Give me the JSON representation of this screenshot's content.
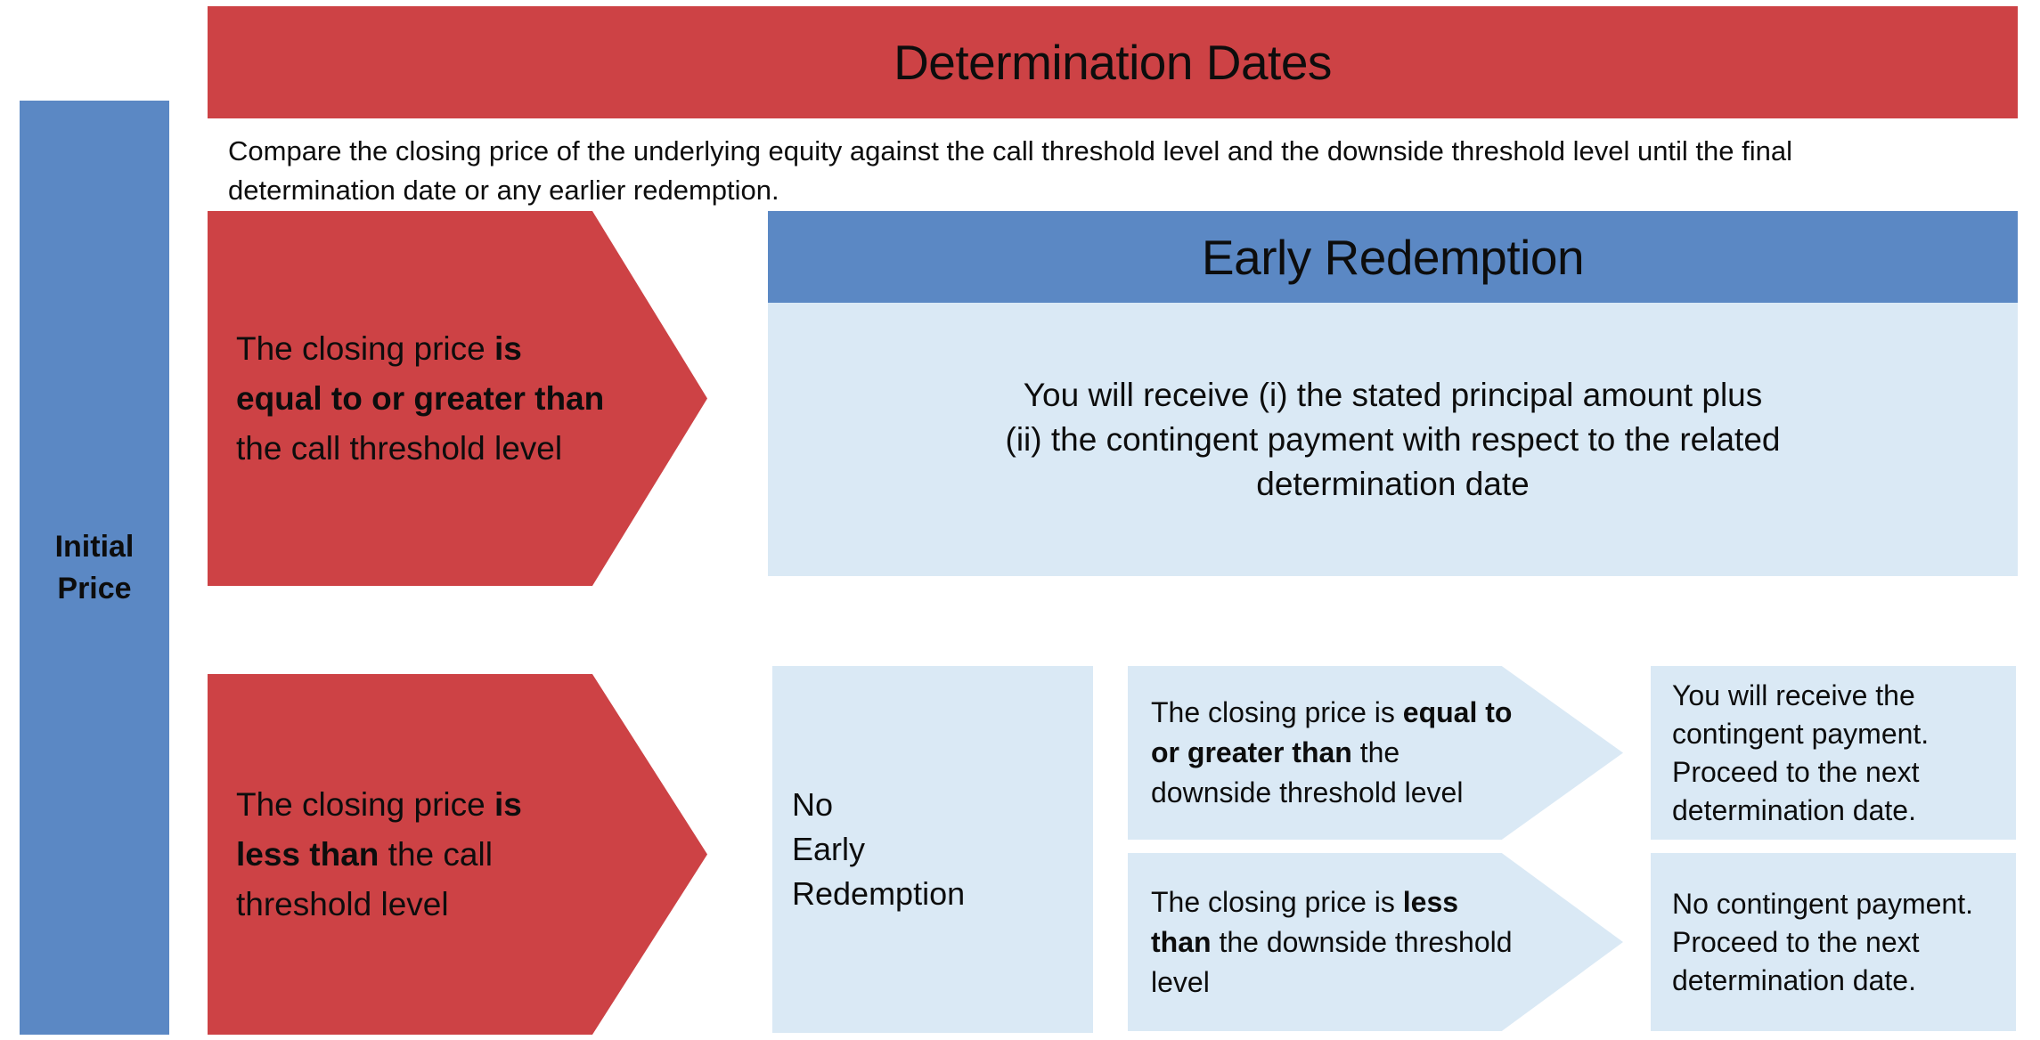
{
  "colors": {
    "red": "#cd4245",
    "blue": "#5b88c4",
    "lightblue": "#dae9f5",
    "ink": "#0d0d0d"
  },
  "banner": {
    "title": "Determination Dates"
  },
  "intro": {
    "lines": [
      "Compare the closing price of the underlying equity against the call threshold level and the downside threshold level until the final",
      "determination date or any earlier redemption."
    ]
  },
  "initial_price": {
    "lines": [
      "Initial",
      "Price"
    ]
  },
  "call_branch": {
    "above": {
      "lines": [
        [
          {
            "t": "The closing price ",
            "b": false
          },
          {
            "t": "is",
            "b": true
          }
        ],
        [
          {
            "t": "equal to or greater than",
            "b": true
          }
        ],
        [
          {
            "t": "the call threshold level",
            "b": false
          }
        ]
      ]
    },
    "below": {
      "lines": [
        [
          {
            "t": "The closing price ",
            "b": false
          },
          {
            "t": "is",
            "b": true
          }
        ],
        [
          {
            "t": "less than",
            "b": true
          },
          {
            "t": " the call",
            "b": false
          }
        ],
        [
          {
            "t": "threshold level",
            "b": false
          }
        ]
      ]
    }
  },
  "early_redemption": {
    "title": "Early Redemption",
    "outcome_lines": [
      "You will receive (i) the stated principal amount plus",
      "(ii) the contingent payment with respect to the related",
      "determination date"
    ]
  },
  "no_early_redemption": {
    "lines": [
      "No",
      "Early",
      "Redemption"
    ]
  },
  "downside_branch": {
    "above": {
      "lines": [
        [
          {
            "t": "The closing price is ",
            "b": false
          },
          {
            "t": "equal to",
            "b": true
          }
        ],
        [
          {
            "t": "or greater than",
            "b": true
          },
          {
            "t": " the",
            "b": false
          }
        ],
        [
          {
            "t": "downside threshold level",
            "b": false
          }
        ]
      ]
    },
    "below": {
      "lines": [
        [
          {
            "t": "The closing price is ",
            "b": false
          },
          {
            "t": "less",
            "b": true
          }
        ],
        [
          {
            "t": "than",
            "b": true
          },
          {
            "t": " the downside threshold",
            "b": false
          }
        ],
        [
          {
            "t": "level",
            "b": false
          }
        ]
      ]
    }
  },
  "outcomes": {
    "above": {
      "lines": [
        "You will receive the",
        "contingent payment.",
        "Proceed to the next",
        "determination date."
      ]
    },
    "below": {
      "lines": [
        "No contingent payment.",
        "Proceed to the next",
        "determination date."
      ]
    }
  }
}
